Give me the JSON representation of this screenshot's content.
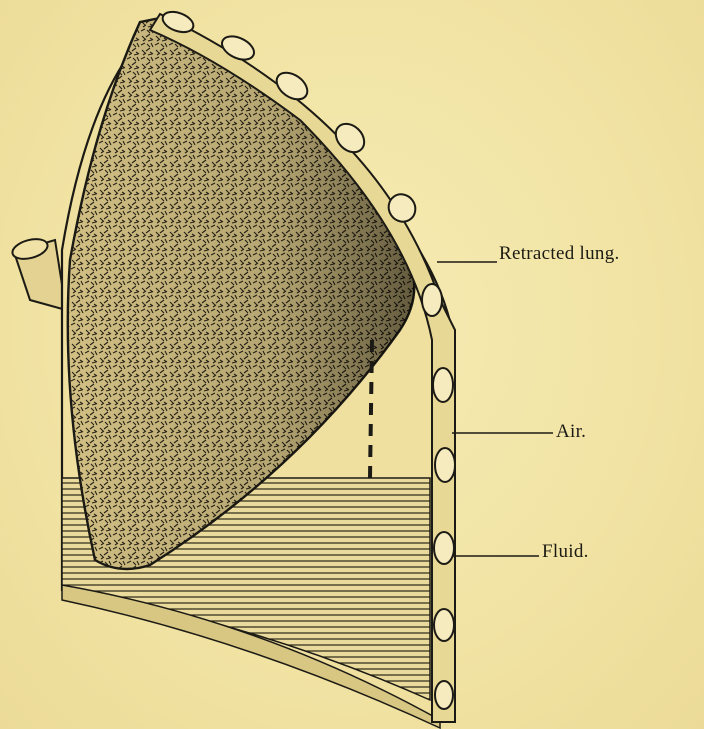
{
  "labels": {
    "retracted_lung": "Retracted lung.",
    "air": "Air.",
    "fluid": "Fluid."
  },
  "colors": {
    "paper": "#f3e6a8",
    "ink": "#1c1a14"
  }
}
